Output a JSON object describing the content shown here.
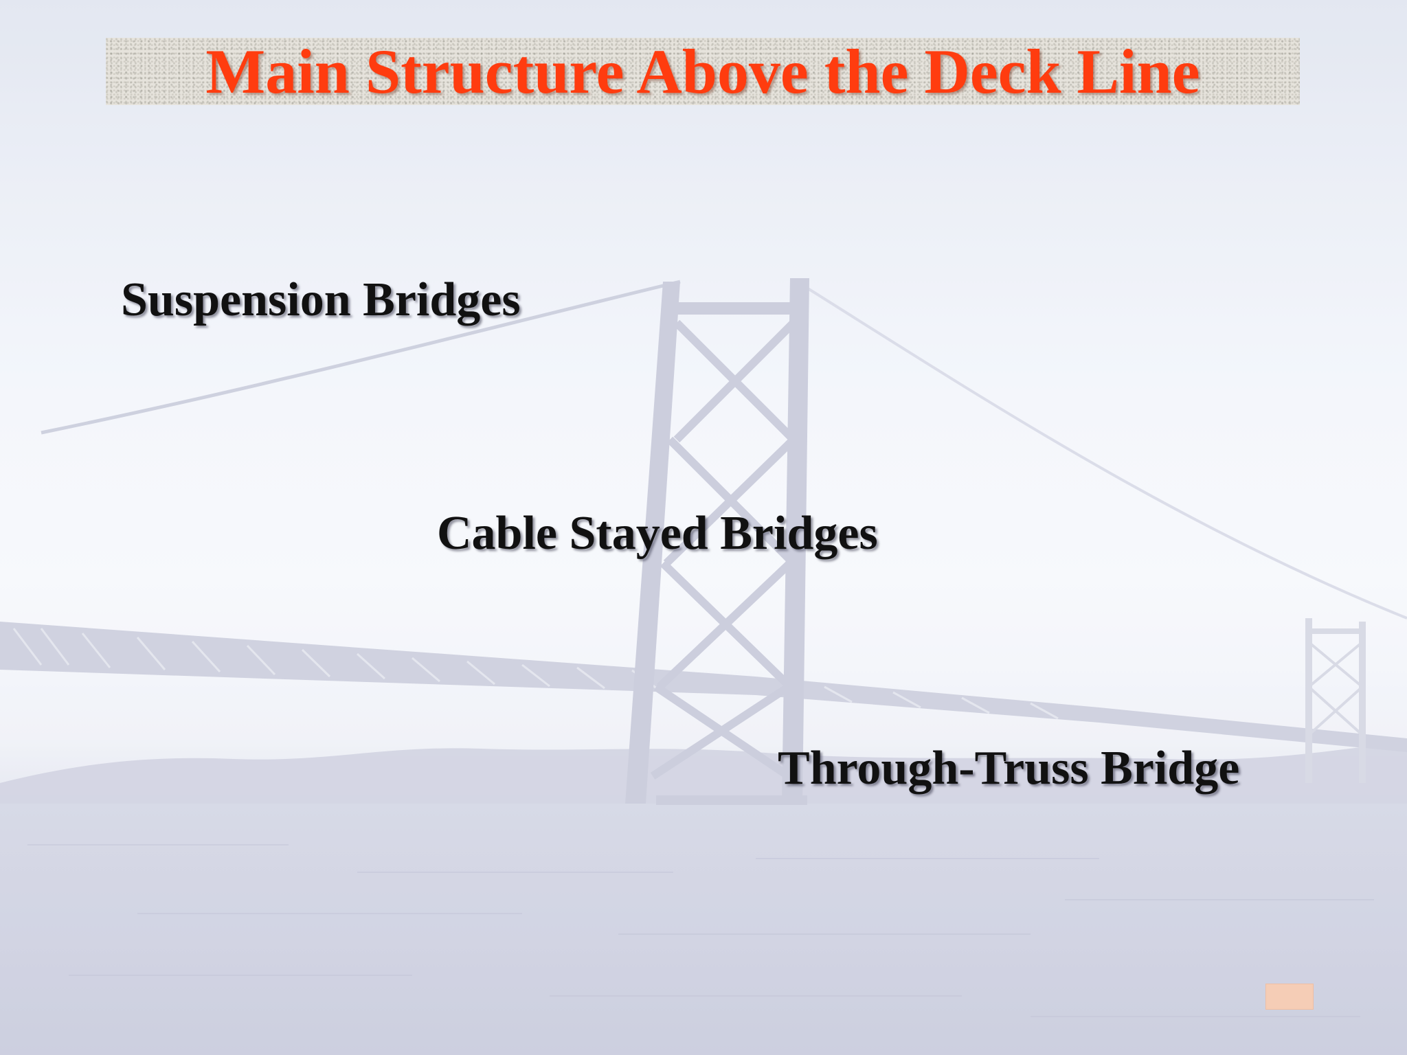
{
  "slide": {
    "title": "Main Structure Above the Deck Line",
    "items": [
      {
        "label": "Suspension Bridges"
      },
      {
        "label": "Cable Stayed Bridges"
      },
      {
        "label": "Through-Truss Bridge"
      }
    ]
  },
  "colors": {
    "title": "#ff3c0f",
    "labels": "#111111",
    "banner": "#e6e3dc",
    "nav_button": "#f5cdb6"
  },
  "icons": {
    "nav_button": "slide-navigation-button"
  }
}
